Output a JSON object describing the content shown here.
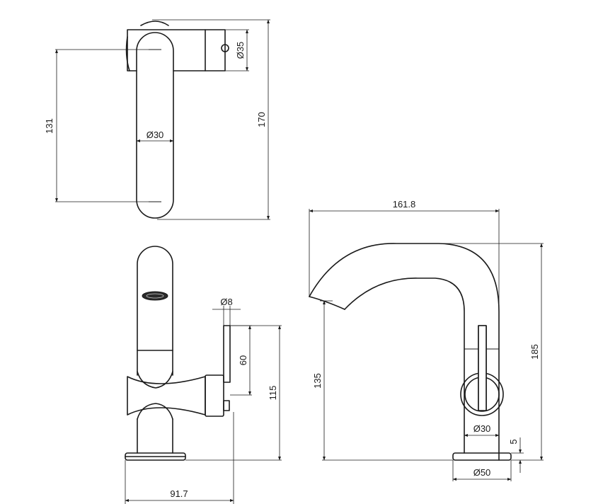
{
  "dimensions": {
    "top_height_131": "131",
    "top_height_170": "170",
    "top_handle_d35": "Ø35",
    "top_body_d30": "Ø30",
    "front_handle_d8": "Ø8",
    "front_lever_60": "60",
    "front_height_115": "115",
    "front_width_91_7": "91.7",
    "side_reach_161_8": "161.8",
    "side_height_185": "185",
    "side_spout_135": "135",
    "side_body_d30": "Ø30",
    "side_base_5": "5",
    "side_base_d50": "Ø50"
  }
}
